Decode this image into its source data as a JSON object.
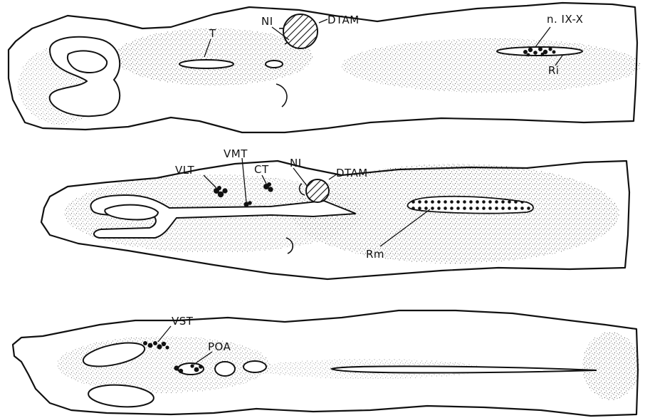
{
  "sections": [
    {
      "id": "section-1",
      "labels": {
        "t": "T",
        "ni": "NI",
        "dtam": "DTAM",
        "nix": "n. IX-X",
        "ri": "Ri"
      }
    },
    {
      "id": "section-2",
      "labels": {
        "vlt": "VLT",
        "vmt": "VMT",
        "ct": "CT",
        "ni": "NI",
        "dtam": "DTAM",
        "rm": "Rm"
      }
    },
    {
      "id": "section-3",
      "labels": {
        "vst": "VST",
        "poa": "POA"
      }
    }
  ]
}
